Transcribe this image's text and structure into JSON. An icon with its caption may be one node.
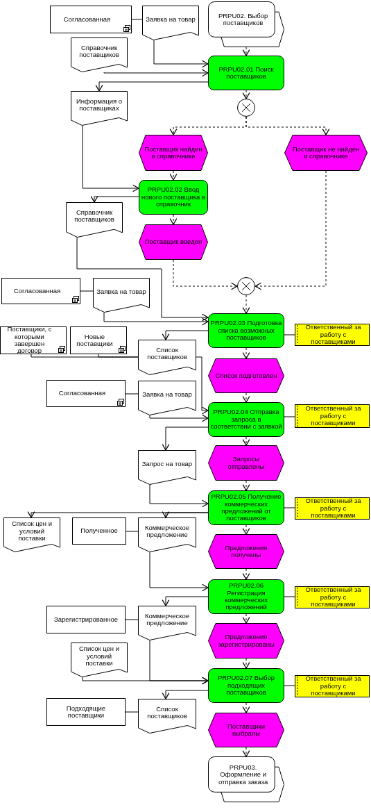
{
  "diagram": {
    "nodes": [
      {
        "text": [
          "Согласованная"
        ]
      },
      {
        "text": [
          "Заявка на товар"
        ]
      },
      {
        "text": [
          "PRPU02. Выбор поставщиков"
        ]
      },
      {
        "text": [
          "Справочник поставщиков"
        ]
      },
      {
        "text": [
          "PRPU02.01 Поиск поставщиков"
        ]
      },
      {
        "text": [],
        "shape": "circle"
      },
      {
        "text": [
          "Информация о поставщиках"
        ]
      },
      {
        "text": [
          "Поставщик найден в справочнике"
        ]
      },
      {
        "text": [
          "Поставщик не найден в справочнике"
        ]
      },
      {
        "text": [
          "PRPU02.02 Ввод нового поставщика в справочник"
        ]
      },
      {
        "text": [
          "Справочник поставщиков"
        ]
      },
      {
        "text": [
          "Поставщик введен"
        ]
      },
      {
        "text": [],
        "shape": "circle"
      },
      {
        "text": [
          "Согласованная"
        ]
      },
      {
        "text": [
          "Заявка на товар"
        ]
      },
      {
        "text": [
          "PRPU02.03 Подготовка списка возможных поставщиков"
        ]
      },
      {
        "text": [
          "Ответственный за работу с поставщиками"
        ]
      },
      {
        "text": [
          "Поставщики, с которыми завершен договор"
        ]
      },
      {
        "text": [
          "Новые поставщики"
        ]
      },
      {
        "text": [
          "Список поставщиков"
        ]
      },
      {
        "text": [
          "Список подготовлен"
        ]
      },
      {
        "text": [
          "Согласованная"
        ]
      },
      {
        "text": [
          "Заявка на товар"
        ]
      },
      {
        "text": [
          "PRPU02.04 Отправка запроса в соответствии с заявкой"
        ]
      },
      {
        "text": [
          "Ответственный за работу с поставщиками"
        ]
      },
      {
        "text": [
          "Запрос на товар"
        ]
      },
      {
        "text": [
          "Запросы отправлены"
        ]
      },
      {
        "text": [
          "PRPU02.05 Получение коммерческих предложений от поставщиков"
        ]
      },
      {
        "text": [
          "Ответственный за работу с поставщиками"
        ]
      },
      {
        "text": [
          "Список цен и условий поставки"
        ]
      },
      {
        "text": [
          "Полученное"
        ]
      },
      {
        "text": [
          "Коммерческое предложение"
        ]
      },
      {
        "text": [
          "Предложения получены"
        ]
      },
      {
        "text": [
          "PRPU02.06 Регистрация коммерческих предложений"
        ]
      },
      {
        "text": [
          "Ответственный за работу с поставщиками"
        ]
      },
      {
        "text": [
          "Зарегистрированное"
        ]
      },
      {
        "text": [
          "Коммерческое предложение"
        ]
      },
      {
        "text": [
          "Список цен и условий поставки"
        ]
      },
      {
        "text": [
          "Предложения зарегистрированы"
        ]
      },
      {
        "text": [
          "PRPU02.07 Выбор подходящих поставщиков"
        ]
      },
      {
        "text": [
          "Ответственный за работу с поставщиками"
        ]
      },
      {
        "text": [
          "Подходящие поставщики"
        ]
      },
      {
        "text": [
          "Список поставщиков"
        ]
      },
      {
        "text": [
          "Поставщики выбраны"
        ]
      },
      {
        "text": [
          "PRPU03. Оформление и отправка заказа"
        ]
      }
    ],
    "edges": [
      {
        "from": 0,
        "to": 1,
        "arrow": "none"
      },
      {
        "from": 1,
        "to": 4,
        "arrow": "to"
      },
      {
        "from": 2,
        "to": 4,
        "arrow": "to",
        "style": "dashed"
      },
      {
        "from": 3,
        "to": 4,
        "arrow": "to"
      },
      {
        "from": 4,
        "to": 6,
        "arrow": "to"
      },
      {
        "from": 4,
        "to": 5,
        "arrow": "to",
        "style": "dashed"
      },
      {
        "from": 5,
        "to": 7,
        "arrow": "to",
        "style": "dashed"
      },
      {
        "from": 5,
        "to": 8,
        "arrow": "to",
        "style": "dashed"
      },
      {
        "from": 6,
        "to": 9,
        "arrow": "to"
      },
      {
        "from": 7,
        "to": 9,
        "arrow": "to",
        "style": "dashed"
      },
      {
        "from": 9,
        "to": 10,
        "arrow": "to"
      },
      {
        "from": 9,
        "to": 11,
        "arrow": "to",
        "style": "dashed"
      },
      {
        "from": 10,
        "to": 15,
        "arrow": "to"
      },
      {
        "from": 11,
        "to": 12,
        "arrow": "to",
        "style": "dashed"
      },
      {
        "from": 8,
        "to": 12,
        "arrow": "to",
        "style": "dashed"
      },
      {
        "from": 12,
        "to": 15,
        "arrow": "to",
        "style": "dashed"
      },
      {
        "from": 13,
        "to": 14,
        "arrow": "none"
      },
      {
        "from": 14,
        "to": 15,
        "arrow": "to"
      },
      {
        "from": 15,
        "to": 16,
        "arrow": "none"
      },
      {
        "from": 15,
        "to": 19,
        "arrow": "to"
      },
      {
        "from": 17,
        "to": 19,
        "arrow": "none"
      },
      {
        "from": 18,
        "to": 19,
        "arrow": "none"
      },
      {
        "from": 19,
        "to": 23,
        "arrow": "to"
      },
      {
        "from": 15,
        "to": 20,
        "arrow": "to",
        "style": "dashed"
      },
      {
        "from": 20,
        "to": 23,
        "arrow": "to",
        "style": "dashed"
      },
      {
        "from": 21,
        "to": 22,
        "arrow": "none"
      },
      {
        "from": 22,
        "to": 23,
        "arrow": "to"
      },
      {
        "from": 23,
        "to": 24,
        "arrow": "none"
      },
      {
        "from": 23,
        "to": 25,
        "arrow": "to"
      },
      {
        "from": 23,
        "to": 26,
        "arrow": "to",
        "style": "dashed"
      },
      {
        "from": 25,
        "to": 27,
        "arrow": "to"
      },
      {
        "from": 26,
        "to": 27,
        "arrow": "to",
        "style": "dashed"
      },
      {
        "from": 27,
        "to": 28,
        "arrow": "none"
      },
      {
        "from": 27,
        "to": 29,
        "arrow": "to"
      },
      {
        "from": 27,
        "to": 31,
        "arrow": "to"
      },
      {
        "from": 30,
        "to": 31,
        "arrow": "none"
      },
      {
        "from": 27,
        "to": 32,
        "arrow": "to",
        "style": "dashed"
      },
      {
        "from": 31,
        "to": 33,
        "arrow": "to"
      },
      {
        "from": 32,
        "to": 33,
        "arrow": "to",
        "style": "dashed"
      },
      {
        "from": 33,
        "to": 34,
        "arrow": "none"
      },
      {
        "from": 33,
        "to": 36,
        "arrow": "to"
      },
      {
        "from": 35,
        "to": 36,
        "arrow": "none"
      },
      {
        "from": 33,
        "to": 38,
        "arrow": "to",
        "style": "dashed"
      },
      {
        "from": 36,
        "to": 39,
        "arrow": "to"
      },
      {
        "from": 37,
        "to": 39,
        "arrow": "to"
      },
      {
        "from": 38,
        "to": 39,
        "arrow": "to",
        "style": "dashed"
      },
      {
        "from": 39,
        "to": 40,
        "arrow": "none"
      },
      {
        "from": 39,
        "to": 42,
        "arrow": "to"
      },
      {
        "from": 41,
        "to": 42,
        "arrow": "none"
      },
      {
        "from": 39,
        "to": 43,
        "arrow": "to",
        "style": "dashed"
      },
      {
        "from": 43,
        "to": 44,
        "arrow": "to",
        "style": "dashed"
      }
    ]
  }
}
